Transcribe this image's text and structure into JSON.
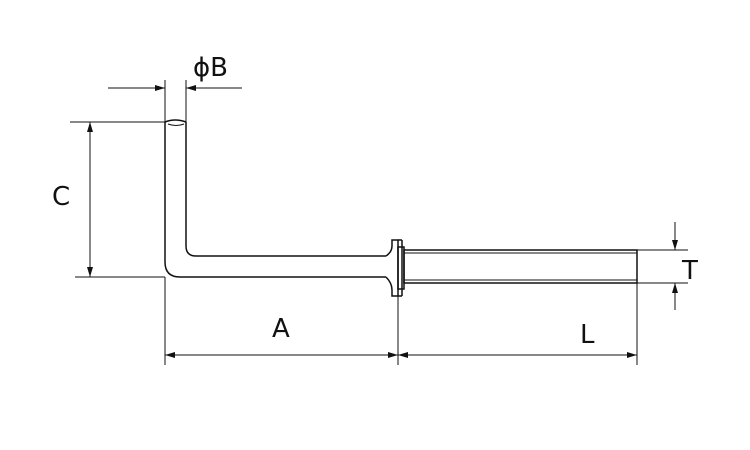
{
  "dimensions": {
    "diameter": "ϕB",
    "height": "C",
    "hook_length": "A",
    "thread_length": "L",
    "thread_size": "T"
  }
}
